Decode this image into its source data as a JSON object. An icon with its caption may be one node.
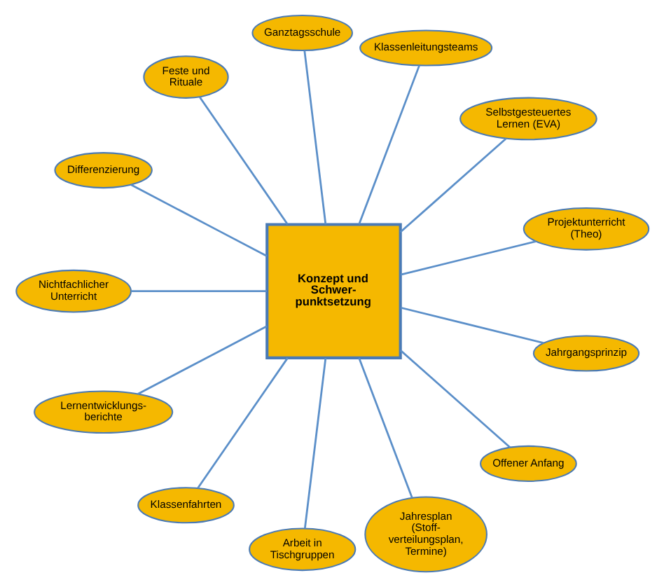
{
  "diagram": {
    "nodes": [
      {
        "text": [
          "Konzept und Schwer- punktsetzung"
        ]
      },
      {
        "text": [
          "Projektunterricht (Theo)"
        ]
      },
      {
        "text": [
          "Selbstgesteuertes Lernen (EVA)"
        ]
      },
      {
        "text": [
          "Klassenleitungsteams"
        ]
      },
      {
        "text": [
          "Ganztagsschule"
        ]
      },
      {
        "text": [
          "Feste und Rituale"
        ]
      },
      {
        "text": [
          "Differenzierung"
        ]
      },
      {
        "text": [
          "Nichtfachlicher Unterricht"
        ]
      },
      {
        "text": [
          "Lernentwicklungs- berichte"
        ]
      },
      {
        "text": [
          "Klassenfahrten"
        ]
      },
      {
        "text": [
          "Arbeit in Tischgruppen"
        ]
      },
      {
        "text": [
          "Jahresplan (Stoff- verteilungsplan, Termine)"
        ]
      },
      {
        "text": [
          "Offener Anfang"
        ]
      },
      {
        "text": [
          "Jahrgangsprinzip"
        ]
      }
    ],
    "edges": [
      {
        "from": 0,
        "to": 1,
        "arrow": "none"
      },
      {
        "from": 0,
        "to": 2,
        "arrow": "none"
      },
      {
        "from": 0,
        "to": 4,
        "arrow": "none"
      },
      {
        "from": 0,
        "to": 6,
        "arrow": "none"
      },
      {
        "from": 0,
        "to": 8,
        "arrow": "none"
      },
      {
        "from": 0,
        "to": 10,
        "arrow": "none"
      },
      {
        "from": 0,
        "to": 12,
        "arrow": "none"
      },
      {
        "from": 0,
        "to": 13,
        "arrow": "none"
      },
      {
        "from": 0,
        "to": 11,
        "arrow": "none"
      },
      {
        "from": 0,
        "to": 9,
        "arrow": "none"
      },
      {
        "from": 0,
        "to": 7,
        "arrow": "none"
      },
      {
        "from": 0,
        "to": 5,
        "arrow": "none"
      },
      {
        "from": 0,
        "to": 3,
        "arrow": "none"
      }
    ]
  }
}
